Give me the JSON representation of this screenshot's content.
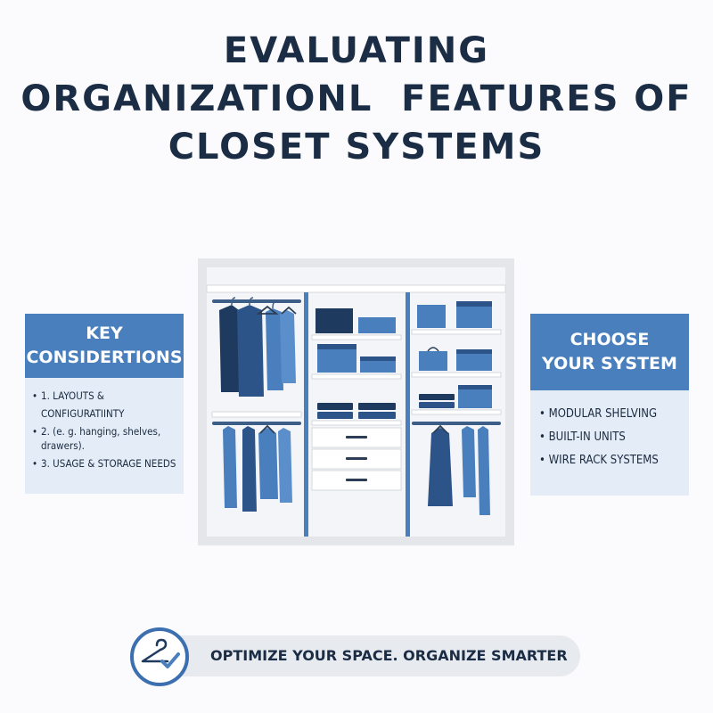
{
  "title": {
    "line1": "EVALUATING",
    "line2": "ORGANIZATIONL  FEATURES OF",
    "line3": "CLOSET SYSTEMS"
  },
  "left_panel": {
    "heading_line1": "KEY",
    "heading_line2": "CONSIDERTIONS",
    "items": [
      {
        "bullet": "•",
        "text": "1. LAYOUTS &"
      },
      {
        "bullet": "",
        "text": "CONFIGURATIINTY"
      },
      {
        "bullet": "•",
        "text": "2. (e. g. hanging, shelves, drawers)."
      },
      {
        "bullet": "•",
        "text": "3. USAGE & STORAGE NEEDS"
      }
    ]
  },
  "right_panel": {
    "heading_line1": "CHOOSE",
    "heading_line2": "YOUR SYSTEM",
    "items": [
      "• MODULAR SHELVING",
      "• BUILT-IN UNITS",
      "• WIRE RACK SYSTEMS"
    ]
  },
  "banner": {
    "text": "OPTIMIZE YOUR SPACE. ORGANIZE SMARTER",
    "icon": "hanger-check-icon"
  },
  "colors": {
    "navy": "#1b2c45",
    "blue": "#4a7fbd",
    "light_blue": "#e3ecf7",
    "closet_frame": "#e4e6ea",
    "pill": "#e7eaef"
  }
}
